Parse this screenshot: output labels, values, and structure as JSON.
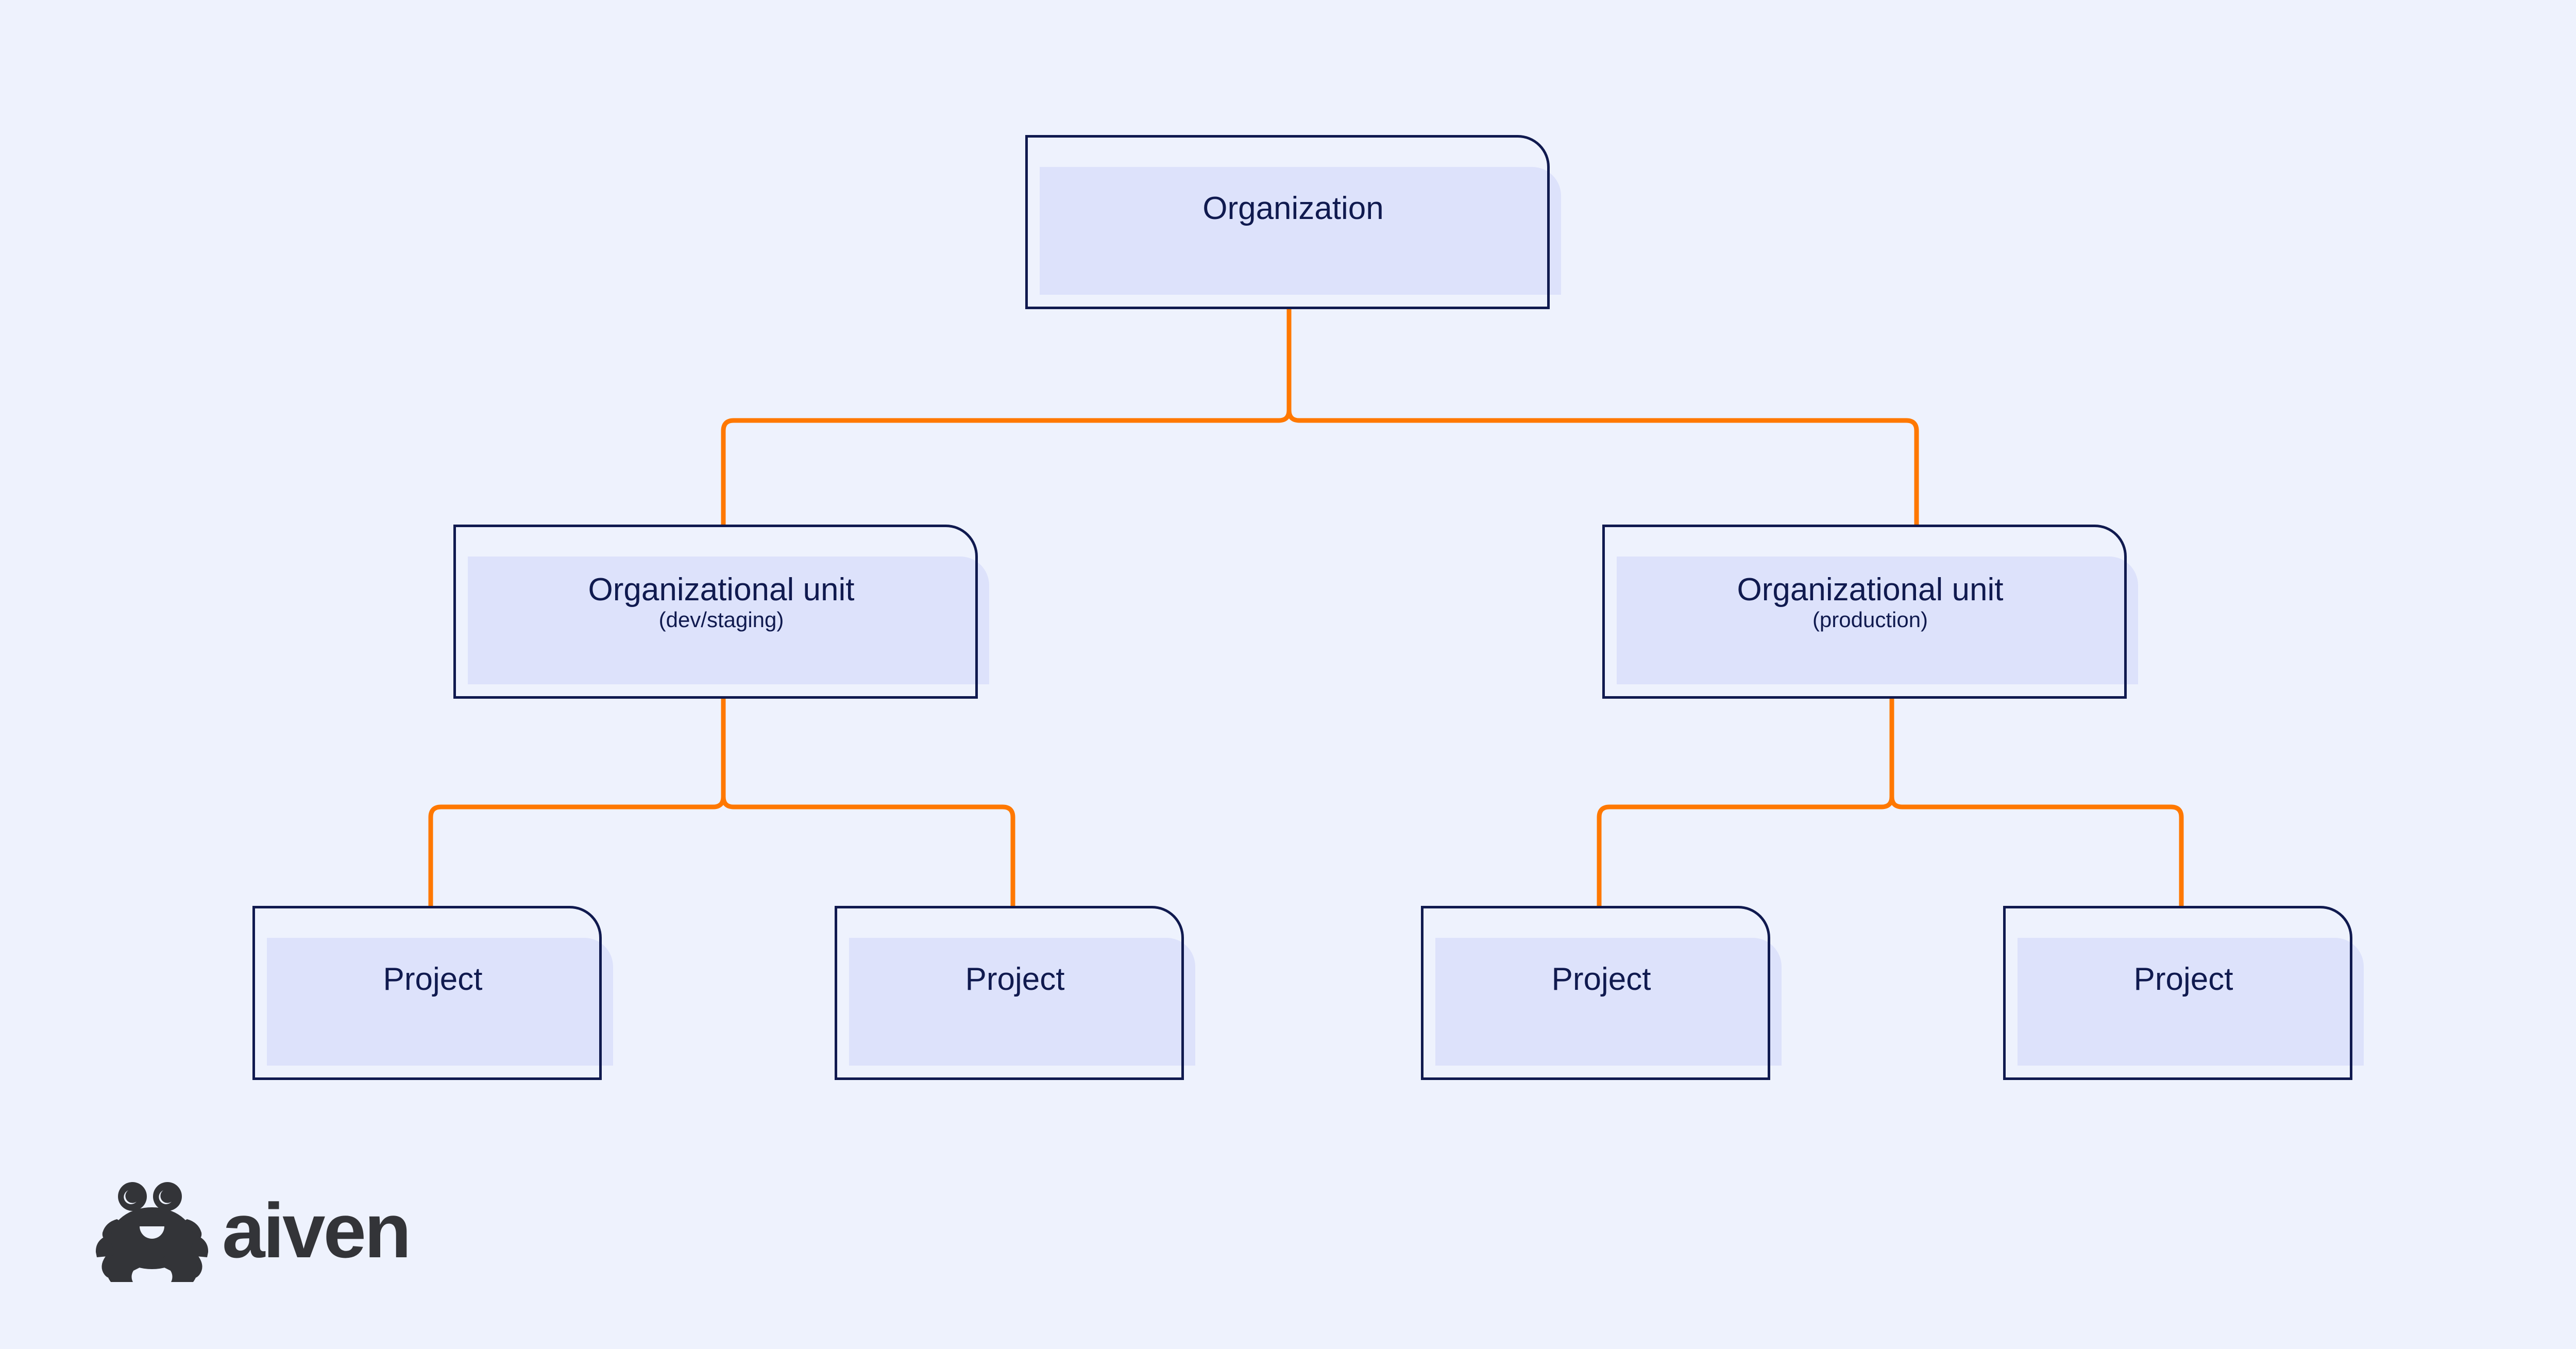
{
  "diagram": {
    "type": "hierarchy-tree",
    "background_color": "#eef2fd",
    "node_fill_color": "#dde2fb",
    "node_border_color": "#101a4f",
    "connector_color": "#ff7800",
    "text_color": "#101a4f",
    "nodes": [
      {
        "id": "organization",
        "title": "Organization",
        "subtitle": "",
        "level": 0
      },
      {
        "id": "ou-dev",
        "title": "Organizational unit",
        "subtitle": "(dev/staging)",
        "level": 1
      },
      {
        "id": "ou-prod",
        "title": "Organizational unit",
        "subtitle": "(production)",
        "level": 1
      },
      {
        "id": "project-1",
        "title": "Project",
        "subtitle": "",
        "level": 2
      },
      {
        "id": "project-2",
        "title": "Project",
        "subtitle": "",
        "level": 2
      },
      {
        "id": "project-3",
        "title": "Project",
        "subtitle": "",
        "level": 2
      },
      {
        "id": "project-4",
        "title": "Project",
        "subtitle": "",
        "level": 2
      }
    ],
    "edges": [
      {
        "from": "organization",
        "to": "ou-dev"
      },
      {
        "from": "organization",
        "to": "ou-prod"
      },
      {
        "from": "ou-dev",
        "to": "project-1"
      },
      {
        "from": "ou-dev",
        "to": "project-2"
      },
      {
        "from": "ou-prod",
        "to": "project-3"
      },
      {
        "from": "ou-prod",
        "to": "project-4"
      }
    ]
  },
  "logo": {
    "wordmark": "aiven",
    "mark": "crab-icon",
    "color": "#333438"
  }
}
